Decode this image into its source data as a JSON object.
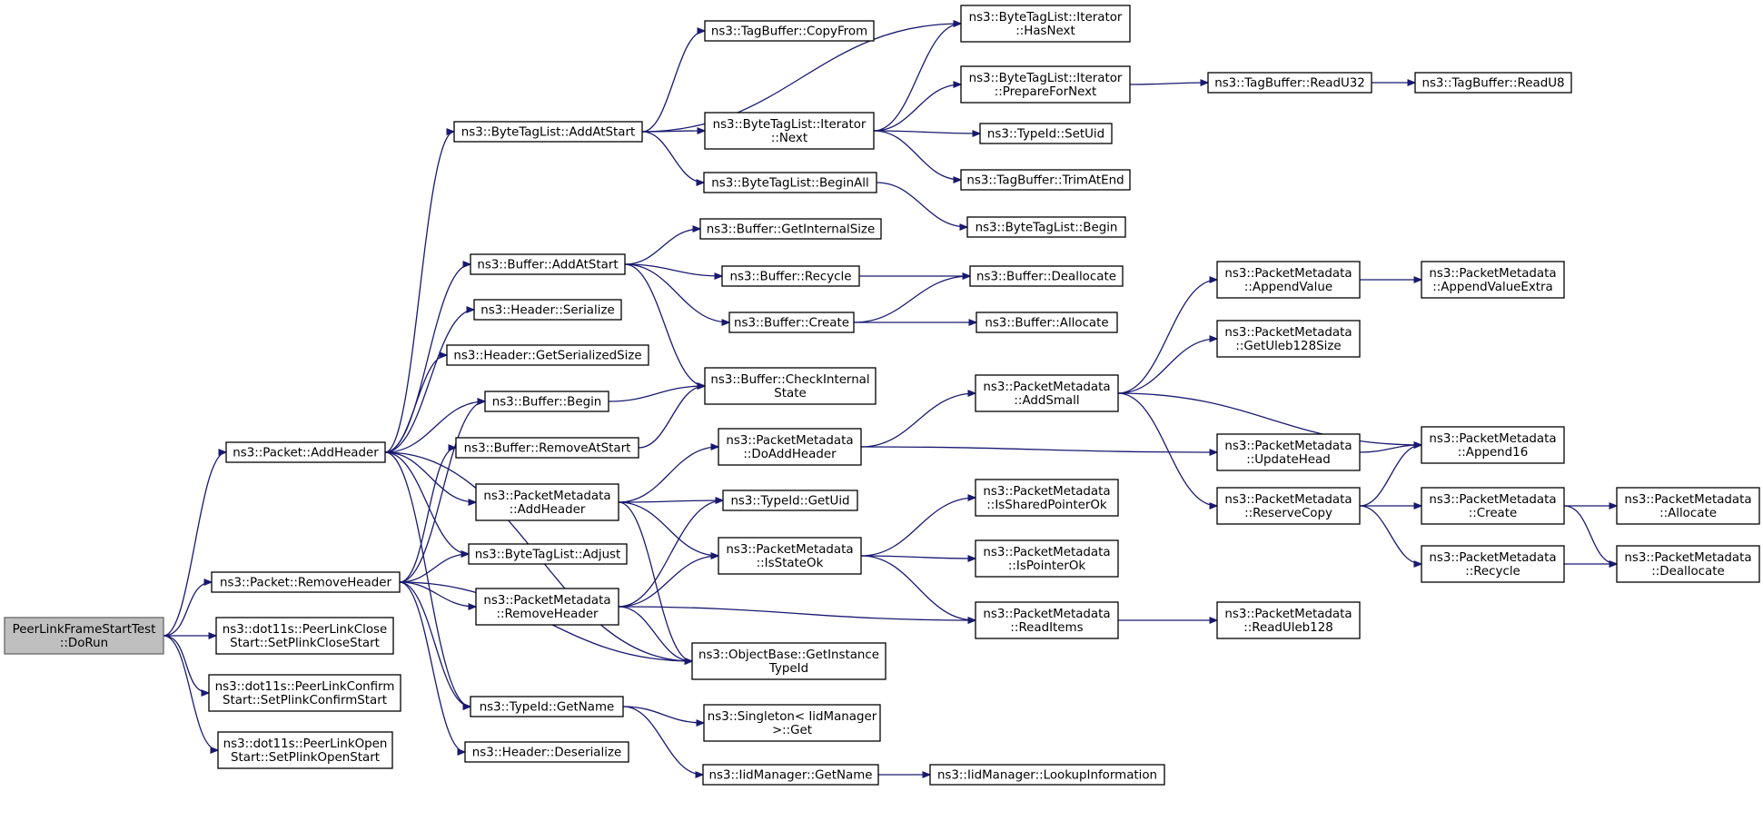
{
  "colors": {
    "edge": "#191970",
    "root_fill": "#bfbfbf",
    "node_fill": "#ffffff",
    "node_border": "#000000"
  },
  "nodes": {
    "root": [
      "PeerLinkFrameStartTest",
      "::DoRun"
    ],
    "packet_addheader": [
      "ns3::Packet::AddHeader"
    ],
    "packet_removeheader": [
      "ns3::Packet::RemoveHeader"
    ],
    "plinkclose": [
      "ns3::dot11s::PeerLinkClose",
      "Start::SetPlinkCloseStart"
    ],
    "plinkconfirm": [
      "ns3::dot11s::PeerLinkConfirm",
      "Start::SetPlinkConfirmStart"
    ],
    "plinkopen": [
      "ns3::dot11s::PeerLinkOpen",
      "Start::SetPlinkOpenStart"
    ],
    "btl_addatstart": [
      "ns3::ByteTagList::AddAtStart"
    ],
    "buf_addatstart": [
      "ns3::Buffer::AddAtStart"
    ],
    "hdr_serialize": [
      "ns3::Header::Serialize"
    ],
    "hdr_getsersize": [
      "ns3::Header::GetSerializedSize"
    ],
    "buf_begin": [
      "ns3::Buffer::Begin"
    ],
    "buf_removeatstart": [
      "ns3::Buffer::RemoveAtStart"
    ],
    "pm_addheader": [
      "ns3::PacketMetadata",
      "::AddHeader"
    ],
    "btl_adjust": [
      "ns3::ByteTagList::Adjust"
    ],
    "pm_removeheader": [
      "ns3::PacketMetadata",
      "::RemoveHeader"
    ],
    "typeid_getname": [
      "ns3::TypeId::GetName"
    ],
    "hdr_deserialize": [
      "ns3::Header::Deserialize"
    ],
    "tb_copyfrom": [
      "ns3::TagBuffer::CopyFrom"
    ],
    "btl_it_next": [
      "ns3::ByteTagList::Iterator",
      "::Next"
    ],
    "btl_beginall": [
      "ns3::ByteTagList::BeginAll"
    ],
    "buf_getinternalsize": [
      "ns3::Buffer::GetInternalSize"
    ],
    "buf_recycle": [
      "ns3::Buffer::Recycle"
    ],
    "buf_create": [
      "ns3::Buffer::Create"
    ],
    "buf_checkinternal": [
      "ns3::Buffer::CheckInternal",
      "State"
    ],
    "pm_doaddheader": [
      "ns3::PacketMetadata",
      "::DoAddHeader"
    ],
    "typeid_getuid": [
      "ns3::TypeId::GetUid"
    ],
    "pm_isstateok": [
      "ns3::PacketMetadata",
      "::IsStateOk"
    ],
    "objbase_getinst": [
      "ns3::ObjectBase::GetInstance",
      "TypeId"
    ],
    "singleton_get": [
      "ns3::Singleton< IidManager",
      ">::Get"
    ],
    "iid_getname": [
      "ns3::IidManager::GetName"
    ],
    "btl_it_hasnext": [
      "ns3::ByteTagList::Iterator",
      "::HasNext"
    ],
    "btl_it_prepare": [
      "ns3::ByteTagList::Iterator",
      "::PrepareForNext"
    ],
    "typeid_setuid": [
      "ns3::TypeId::SetUid"
    ],
    "tb_trimatend": [
      "ns3::TagBuffer::TrimAtEnd"
    ],
    "btl_begin": [
      "ns3::ByteTagList::Begin"
    ],
    "buf_deallocate": [
      "ns3::Buffer::Deallocate"
    ],
    "buf_allocate": [
      "ns3::Buffer::Allocate"
    ],
    "pm_addsmall": [
      "ns3::PacketMetadata",
      "::AddSmall"
    ],
    "pm_issharedptr": [
      "ns3::PacketMetadata",
      "::IsSharedPointerOk"
    ],
    "pm_ispointerok": [
      "ns3::PacketMetadata",
      "::IsPointerOk"
    ],
    "pm_readitems": [
      "ns3::PacketMetadata",
      "::ReadItems"
    ],
    "iid_lookup": [
      "ns3::IidManager::LookupInformation"
    ],
    "tb_readu32": [
      "ns3::TagBuffer::ReadU32"
    ],
    "pm_appendvalue": [
      "ns3::PacketMetadata",
      "::AppendValue"
    ],
    "pm_getuleb": [
      "ns3::PacketMetadata",
      "::GetUleb128Size"
    ],
    "pm_updatehead": [
      "ns3::PacketMetadata",
      "::UpdateHead"
    ],
    "pm_reservecopy": [
      "ns3::PacketMetadata",
      "::ReserveCopy"
    ],
    "pm_readuleb": [
      "ns3::PacketMetadata",
      "::ReadUleb128"
    ],
    "tb_readu8": [
      "ns3::TagBuffer::ReadU8"
    ],
    "pm_appendvalueextra": [
      "ns3::PacketMetadata",
      "::AppendValueExtra"
    ],
    "pm_append16": [
      "ns3::PacketMetadata",
      "::Append16"
    ],
    "pm_create": [
      "ns3::PacketMetadata",
      "::Create"
    ],
    "pm_recycle": [
      "ns3::PacketMetadata",
      "::Recycle"
    ],
    "pm_allocate": [
      "ns3::PacketMetadata",
      "::Allocate"
    ],
    "pm_deallocate": [
      "ns3::PacketMetadata",
      "::Deallocate"
    ]
  },
  "edges": [
    [
      "root",
      "packet_addheader"
    ],
    [
      "root",
      "packet_removeheader"
    ],
    [
      "root",
      "plinkclose"
    ],
    [
      "root",
      "plinkconfirm"
    ],
    [
      "root",
      "plinkopen"
    ],
    [
      "packet_addheader",
      "btl_addatstart"
    ],
    [
      "packet_addheader",
      "buf_addatstart"
    ],
    [
      "packet_addheader",
      "hdr_serialize"
    ],
    [
      "packet_addheader",
      "hdr_getsersize"
    ],
    [
      "packet_addheader",
      "buf_begin"
    ],
    [
      "packet_addheader",
      "pm_addheader"
    ],
    [
      "packet_addheader",
      "btl_adjust"
    ],
    [
      "packet_addheader",
      "typeid_getname"
    ],
    [
      "packet_addheader",
      "objbase_getinst"
    ],
    [
      "packet_removeheader",
      "buf_begin"
    ],
    [
      "packet_removeheader",
      "buf_removeatstart"
    ],
    [
      "packet_removeheader",
      "btl_adjust"
    ],
    [
      "packet_removeheader",
      "pm_removeheader"
    ],
    [
      "packet_removeheader",
      "typeid_getname"
    ],
    [
      "packet_removeheader",
      "hdr_deserialize"
    ],
    [
      "packet_removeheader",
      "objbase_getinst"
    ],
    [
      "btl_addatstart",
      "tb_copyfrom"
    ],
    [
      "btl_addatstart",
      "btl_it_hasnext"
    ],
    [
      "btl_addatstart",
      "btl_it_next"
    ],
    [
      "btl_addatstart",
      "btl_beginall"
    ],
    [
      "btl_it_next",
      "btl_it_hasnext"
    ],
    [
      "btl_it_next",
      "btl_it_prepare"
    ],
    [
      "btl_it_next",
      "typeid_setuid"
    ],
    [
      "btl_it_next",
      "tb_trimatend"
    ],
    [
      "btl_it_prepare",
      "tb_readu32"
    ],
    [
      "tb_readu32",
      "tb_readu8"
    ],
    [
      "btl_beginall",
      "btl_begin"
    ],
    [
      "buf_addatstart",
      "buf_getinternalsize"
    ],
    [
      "buf_addatstart",
      "buf_recycle"
    ],
    [
      "buf_addatstart",
      "buf_create"
    ],
    [
      "buf_addatstart",
      "buf_checkinternal"
    ],
    [
      "buf_recycle",
      "buf_deallocate"
    ],
    [
      "buf_create",
      "buf_deallocate"
    ],
    [
      "buf_create",
      "buf_allocate"
    ],
    [
      "buf_begin",
      "buf_checkinternal"
    ],
    [
      "buf_removeatstart",
      "buf_checkinternal"
    ],
    [
      "pm_addheader",
      "pm_doaddheader"
    ],
    [
      "pm_addheader",
      "typeid_getuid"
    ],
    [
      "pm_addheader",
      "pm_isstateok"
    ],
    [
      "pm_addheader",
      "objbase_getinst"
    ],
    [
      "pm_removeheader",
      "typeid_getuid"
    ],
    [
      "pm_removeheader",
      "pm_isstateok"
    ],
    [
      "pm_removeheader",
      "pm_readitems"
    ],
    [
      "pm_removeheader",
      "objbase_getinst"
    ],
    [
      "pm_doaddheader",
      "pm_addsmall"
    ],
    [
      "pm_doaddheader",
      "pm_updatehead"
    ],
    [
      "pm_isstateok",
      "pm_issharedptr"
    ],
    [
      "pm_isstateok",
      "pm_ispointerok"
    ],
    [
      "pm_isstateok",
      "pm_readitems"
    ],
    [
      "pm_readitems",
      "pm_readuleb"
    ],
    [
      "typeid_getname",
      "singleton_get"
    ],
    [
      "typeid_getname",
      "iid_getname"
    ],
    [
      "iid_getname",
      "iid_lookup"
    ],
    [
      "pm_addsmall",
      "pm_appendvalue"
    ],
    [
      "pm_addsmall",
      "pm_getuleb"
    ],
    [
      "pm_addsmall",
      "pm_append16"
    ],
    [
      "pm_addsmall",
      "pm_reservecopy"
    ],
    [
      "pm_appendvalue",
      "pm_appendvalueextra"
    ],
    [
      "pm_updatehead",
      "pm_append16"
    ],
    [
      "pm_reservecopy",
      "pm_append16"
    ],
    [
      "pm_reservecopy",
      "pm_create"
    ],
    [
      "pm_reservecopy",
      "pm_recycle"
    ],
    [
      "pm_create",
      "pm_allocate"
    ],
    [
      "pm_create",
      "pm_deallocate"
    ],
    [
      "pm_recycle",
      "pm_deallocate"
    ]
  ]
}
